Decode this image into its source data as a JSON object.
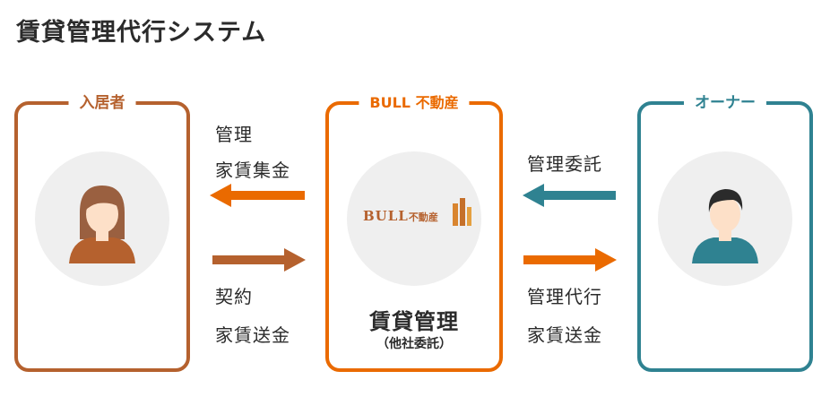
{
  "title": "賃貸管理代行システム",
  "panels": {
    "tenant": {
      "label": "入居者"
    },
    "bull": {
      "label": "BULL 不動産",
      "logo_main": "BULL",
      "logo_small": "不動産",
      "main": "賃貸管理",
      "sub": "（他社委託）"
    },
    "owner": {
      "label": "オーナー"
    }
  },
  "flows": {
    "left_top": [
      "管理",
      "家賃集金"
    ],
    "left_bottom": [
      "契約",
      "家賃送金"
    ],
    "right_top": [
      "管理委託"
    ],
    "right_bottom": [
      "管理代行",
      "家賃送金"
    ]
  },
  "colors": {
    "tenant": "#b5612e",
    "bull": "#ea6a00",
    "owner": "#2f8291",
    "person_skin": "#fde0c8"
  }
}
